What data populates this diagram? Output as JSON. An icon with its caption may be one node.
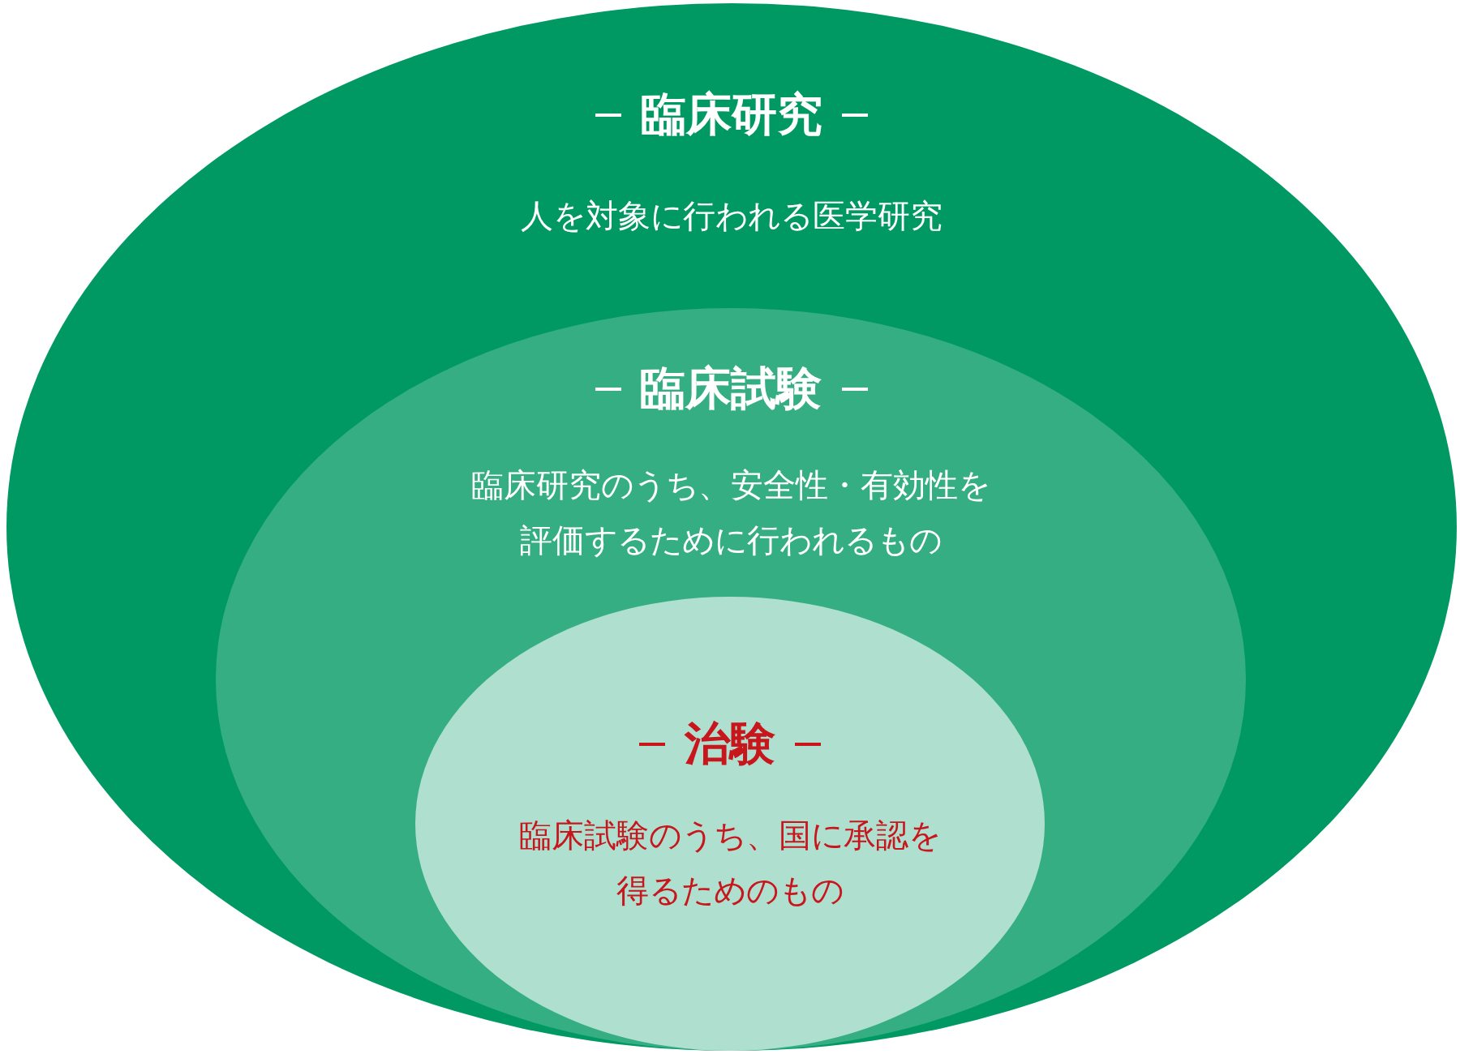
{
  "diagram": {
    "nodes": [
      {
        "text": [
          "臨床研究",
          "人を対象に行われる医学研究"
        ]
      },
      {
        "text": [
          "臨床試験",
          "臨床研究のうち、安全性・有効性を評価するために行われるもの"
        ],
        "in": 0
      },
      {
        "text": [
          "治験",
          "臨床試験のうち、国に承認を得るためのもの"
        ],
        "in": 1
      }
    ]
  }
}
